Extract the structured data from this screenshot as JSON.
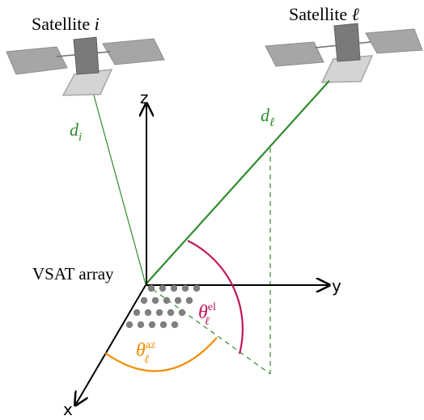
{
  "satellites": [
    {
      "name": "Satellite",
      "index": "i"
    },
    {
      "name": "Satellite",
      "index": "ℓ"
    }
  ],
  "axes": {
    "x": "x",
    "y": "y",
    "z": "z"
  },
  "array_label": "VSAT array",
  "distances": {
    "d_i": {
      "base": "d",
      "sub": "i"
    },
    "d_l": {
      "base": "d",
      "sub": "ℓ"
    }
  },
  "angles": {
    "elevation": {
      "base": "θ",
      "sup": "el",
      "sub": "ℓ"
    },
    "azimuth": {
      "base": "θ",
      "sup": "az",
      "sub": "ℓ"
    }
  },
  "colors": {
    "link": "#2e8b2e",
    "elevation": "#c0185a",
    "azimuth": "#f28c00",
    "panel": "#a6a6a6",
    "body": "#7a7a7a",
    "axis": "#000000"
  }
}
